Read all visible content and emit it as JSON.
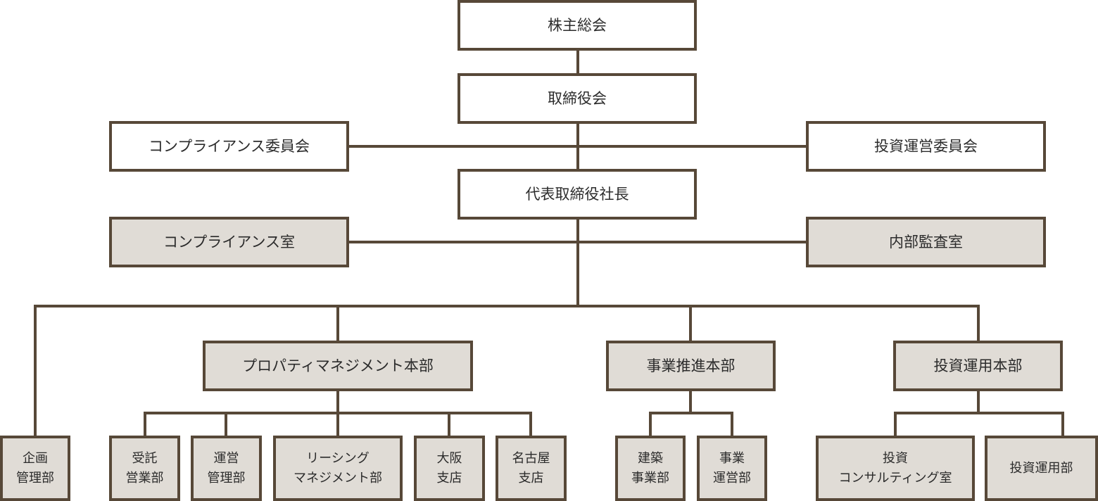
{
  "colors": {
    "line": "#574838",
    "gray_fill": "#e0dcd6",
    "white_fill": "#ffffff",
    "text": "#2b2b2b"
  },
  "top": {
    "shareholders": "株主総会",
    "board": "取締役会",
    "compliance_committee": "コンプライアンス委員会",
    "investment_committee": "投資運営委員会",
    "president": "代表取締役社長",
    "compliance_office": "コンプライアンス室",
    "internal_audit": "内部監査室"
  },
  "divisions": {
    "property": "プロパティマネジメント本部",
    "business": "事業推進本部",
    "investment": "投資運用本部"
  },
  "departments": {
    "planning": {
      "line1": "企画",
      "line2": "管理部"
    },
    "consignment": {
      "line1": "受託",
      "line2": "営業部"
    },
    "operation_mgmt": {
      "line1": "運営",
      "line2": "管理部"
    },
    "leasing": {
      "line1": "リーシング",
      "line2": "マネジメント部"
    },
    "osaka": {
      "line1": "大阪",
      "line2": "支店"
    },
    "nagoya": {
      "line1": "名古屋",
      "line2": "支店"
    },
    "construction": {
      "line1": "建築",
      "line2": "事業部"
    },
    "business_ops": {
      "line1": "事業",
      "line2": "運営部"
    },
    "consulting": {
      "line1": "投資",
      "line2": "コンサルティング室"
    },
    "inv_mgmt": {
      "line1": "投資運用部"
    }
  }
}
